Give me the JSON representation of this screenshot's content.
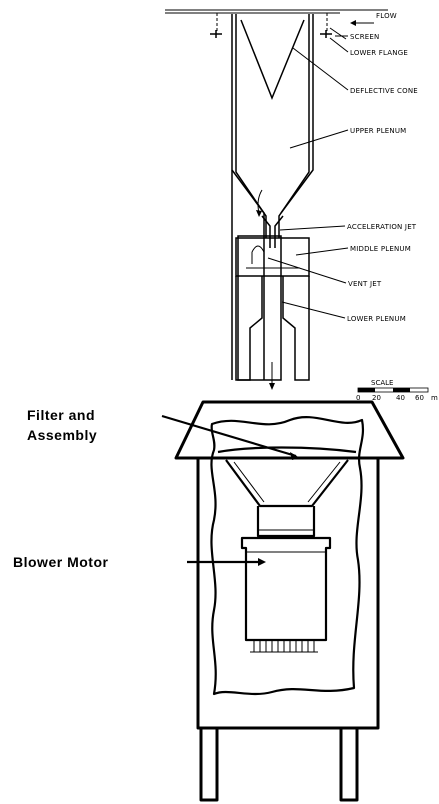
{
  "top_diagram": {
    "labels": {
      "flow": "FLOW",
      "screen": "SCREEN",
      "lower_flange": "LOWER FLANGE",
      "deflective_cone": "DEFLECTIVE CONE",
      "upper_plenum": "UPPER PLENUM",
      "acceleration_jet": "ACCELERATION JET",
      "middle_plenum": "MIDDLE PLENUM",
      "vent_jet": "VENT JET",
      "lower_plenum": "LOWER PLENUM"
    },
    "scale": {
      "title": "SCALE",
      "ticks": [
        "0",
        "20",
        "40",
        "60"
      ],
      "unit": "m"
    }
  },
  "bottom_diagram": {
    "labels": {
      "filter_line1": "Filter and",
      "filter_line2": "Assembly",
      "blower_motor": "Blower Motor"
    }
  }
}
